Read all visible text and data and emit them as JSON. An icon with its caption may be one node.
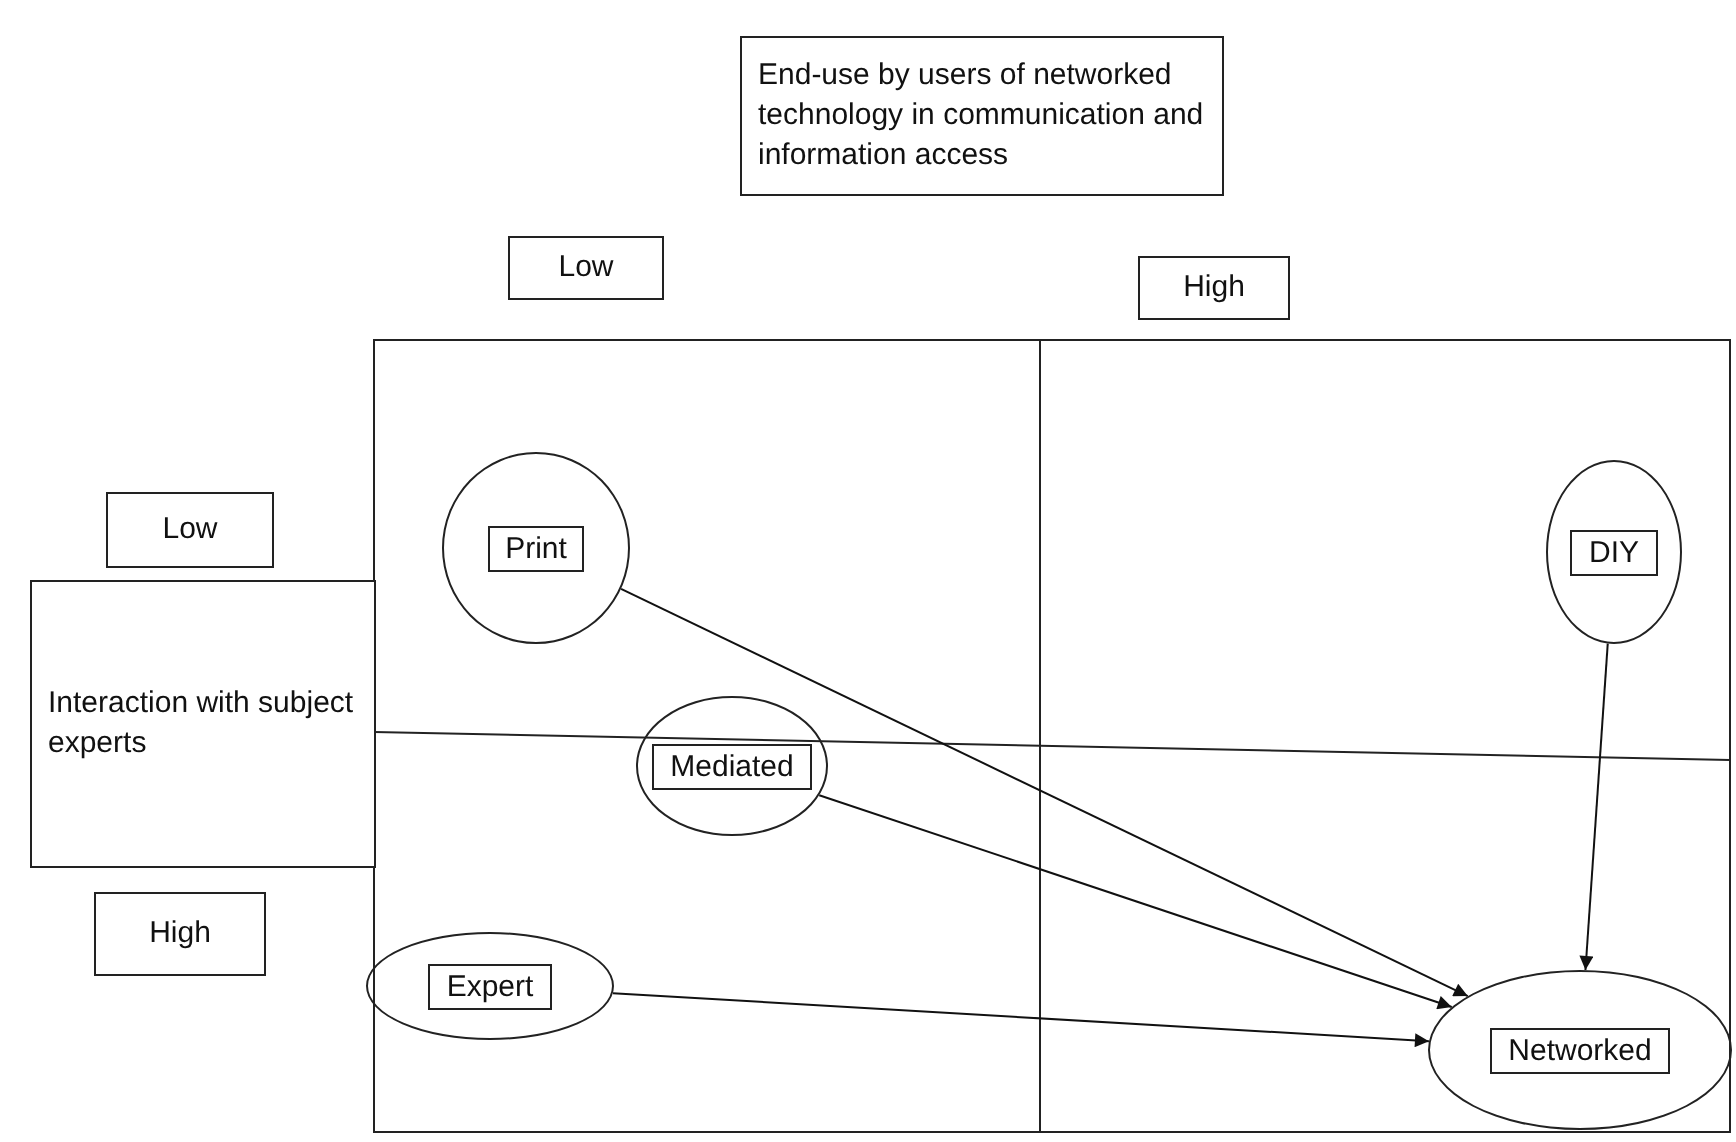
{
  "diagram": {
    "nodes": [
      {
        "text": [
          "End-use by users of networked technology in communication and information access"
        ]
      },
      {
        "text": [
          "Low"
        ]
      },
      {
        "text": [
          "High"
        ]
      },
      {
        "text": [
          "Low"
        ]
      },
      {
        "text": [
          "Interaction with subject experts"
        ]
      },
      {
        "text": [
          "High"
        ]
      },
      {
        "text": [
          "Print"
        ]
      },
      {
        "text": [
          "DIY"
        ]
      },
      {
        "text": [
          "Mediated"
        ]
      },
      {
        "text": [
          "Expert"
        ]
      },
      {
        "text": [
          "Networked"
        ]
      }
    ],
    "edges": [
      {
        "from": 6,
        "to": 10,
        "arrow": "to"
      },
      {
        "from": 7,
        "to": 10,
        "arrow": "to"
      },
      {
        "from": 8,
        "to": 10,
        "arrow": "to"
      },
      {
        "from": 9,
        "to": 10,
        "arrow": "to"
      }
    ]
  }
}
